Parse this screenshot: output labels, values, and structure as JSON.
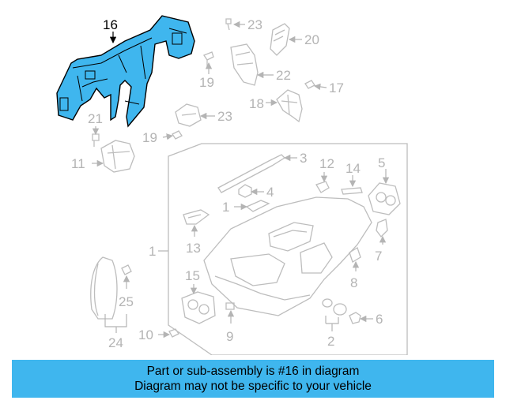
{
  "diagram": {
    "highlight_color": "#3fb6ee",
    "highlighted_part": "16",
    "callouts": [
      "16",
      "23",
      "20",
      "22",
      "19",
      "17",
      "18",
      "23",
      "21",
      "19",
      "11",
      "3",
      "12",
      "14",
      "5",
      "4",
      "1",
      "13",
      "7",
      "15",
      "8",
      "25",
      "6",
      "24",
      "10",
      "9",
      "2"
    ]
  },
  "banner": {
    "line1": "Part or sub-assembly is #16 in diagram",
    "line2": "Diagram may not be specific to your vehicle",
    "color": "#3fb6ee"
  }
}
